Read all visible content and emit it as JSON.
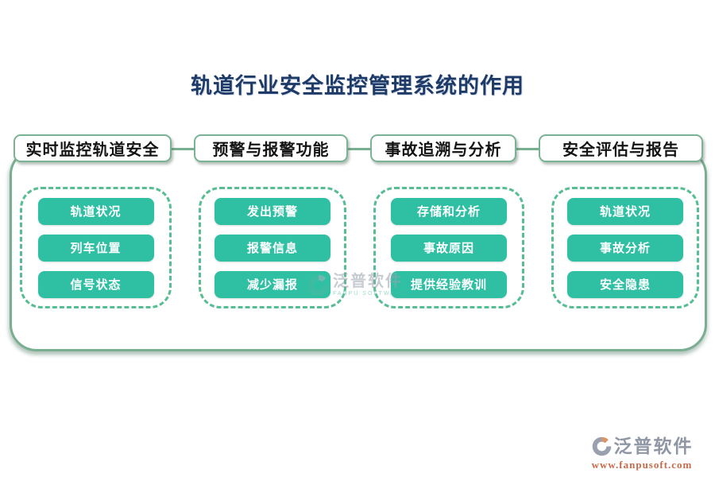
{
  "page": {
    "title": "轨道行业安全监控管理系统的作用"
  },
  "columns": [
    {
      "header": "实时监控轨道安全",
      "items": [
        "轨道状况",
        "列车位置",
        "信号状态"
      ]
    },
    {
      "header": "预警与报警功能",
      "items": [
        "发出预警",
        "报警信息",
        "减少漏报"
      ]
    },
    {
      "header": "事故追溯与分析",
      "items": [
        "存储和分析",
        "事故原因",
        "提供经验教训"
      ]
    },
    {
      "header": "安全评估与报告",
      "items": [
        "轨道状况",
        "事故分析",
        "安全隐患"
      ]
    }
  ],
  "center_watermark": {
    "brand": "泛普软件",
    "subtext": "FANPU SOFTWARE"
  },
  "footer_logo": {
    "brand": "泛普软件",
    "url": "www.fanpusoft.com"
  },
  "colors": {
    "button_teal": "#2fc0a4",
    "dashed_border_green": "#57bd92",
    "container_border_green": "#7aae91",
    "title_navy": "#1e3a66",
    "brand_gray": "#8f96a4",
    "url_orange": "#c96a4a"
  }
}
